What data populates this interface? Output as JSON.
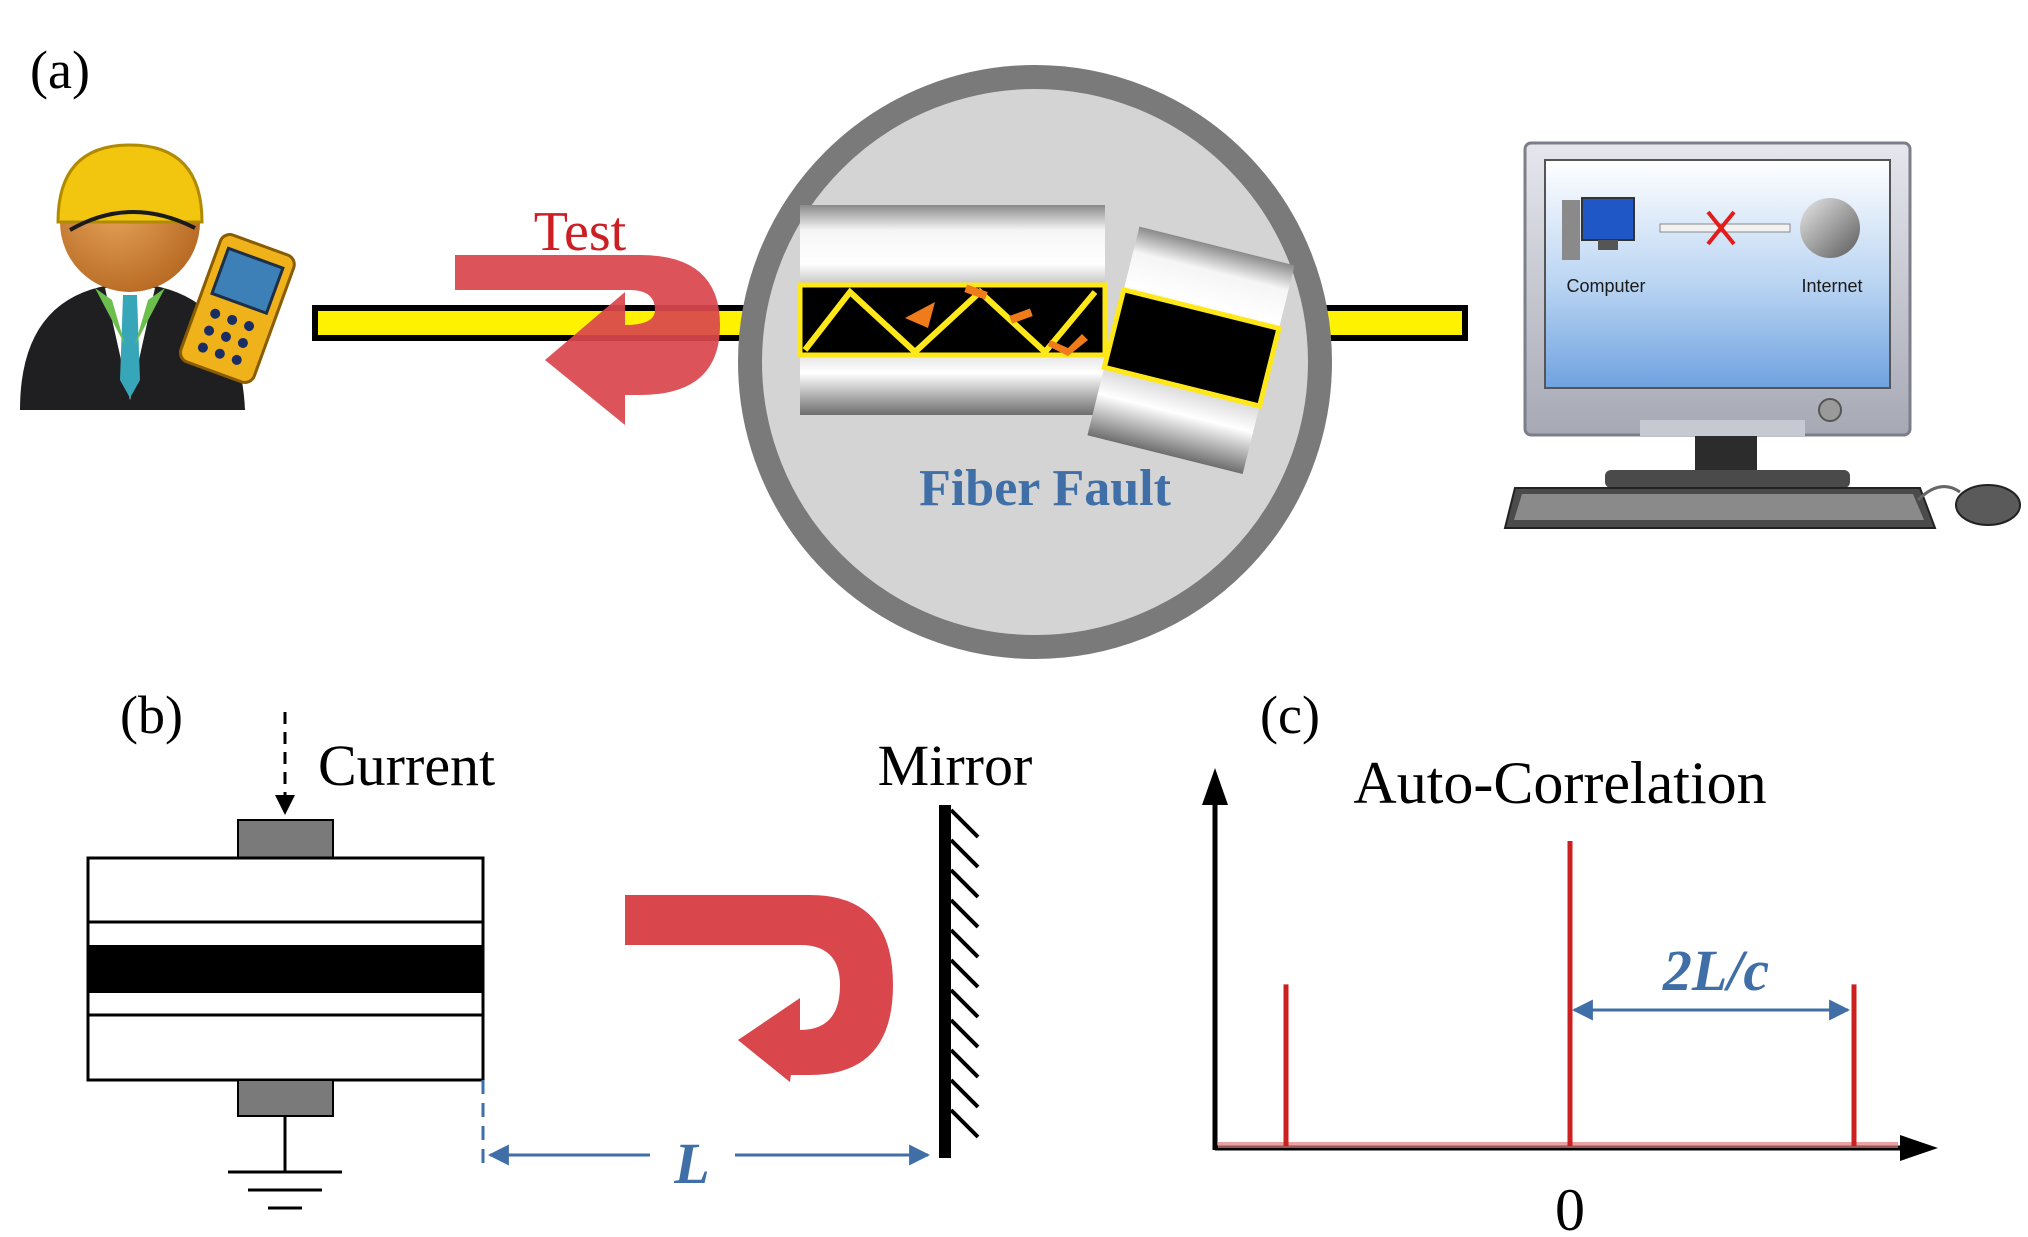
{
  "panel_a": {
    "label": "(a)",
    "test_label": "Test",
    "fault_label": "Fiber Fault",
    "computer_label": "Computer",
    "internet_label": "Internet"
  },
  "panel_b": {
    "label": "(b)",
    "current_label": "Current",
    "mirror_label": "Mirror",
    "length_label": "L"
  },
  "panel_c": {
    "label": "(c)",
    "title": "Auto-Correlation",
    "x_tick_zero": "0",
    "spacing_label": "2L/c"
  },
  "colors": {
    "arrow_red": "#d9474d",
    "fiber_yellow": "#fff200",
    "accent_blue": "#3f6fa6",
    "peak_red": "#cc1f1f",
    "fault_gray": "#7a7a7a",
    "fault_inner": "#d4d4d4"
  },
  "chart_data": {
    "type": "line",
    "title": "Auto-Correlation",
    "xlabel": "",
    "ylabel": "",
    "peaks": [
      {
        "x": -1,
        "height": 0.53
      },
      {
        "x": 0,
        "height": 1.0
      },
      {
        "x": 1,
        "height": 0.53
      }
    ],
    "x_ticks": [
      "0"
    ],
    "annotation": "2L/c"
  }
}
